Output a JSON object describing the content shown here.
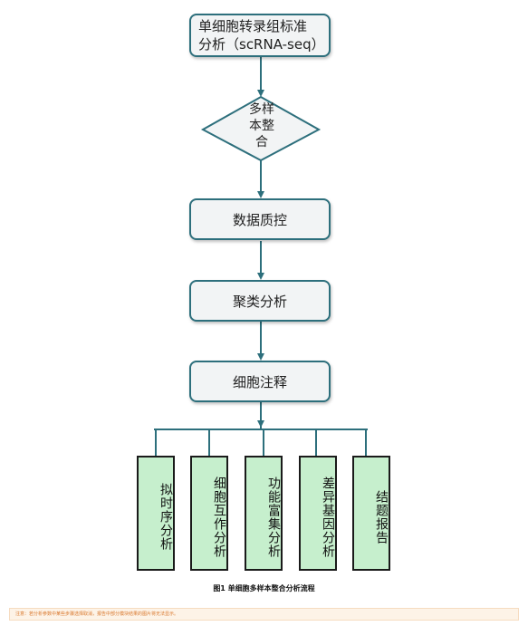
{
  "flow": {
    "top_box": {
      "line1": "单细胞转录组标准",
      "line2": "分析（scRNA-seq）"
    },
    "diamond": {
      "line1": "多样",
      "line2": "本整",
      "line3": "合"
    },
    "steps": [
      "数据质控",
      "聚类分析",
      "细胞注释"
    ],
    "leaves": [
      "拟时序分析",
      "细胞互作分析",
      "功能富集分析",
      "差异基因分析",
      "结题报告"
    ]
  },
  "caption": "图1 单细胞多样本整合分析流程",
  "note": "注意：若分析参数中某些步骤选择取消，报告中部分模块结果的图片将无法显示。",
  "colors": {
    "border": "#2d6f7c",
    "box_fill": "#f2f4f5",
    "leaf_fill": "#c6efcd",
    "note_text": "#d9772b"
  }
}
